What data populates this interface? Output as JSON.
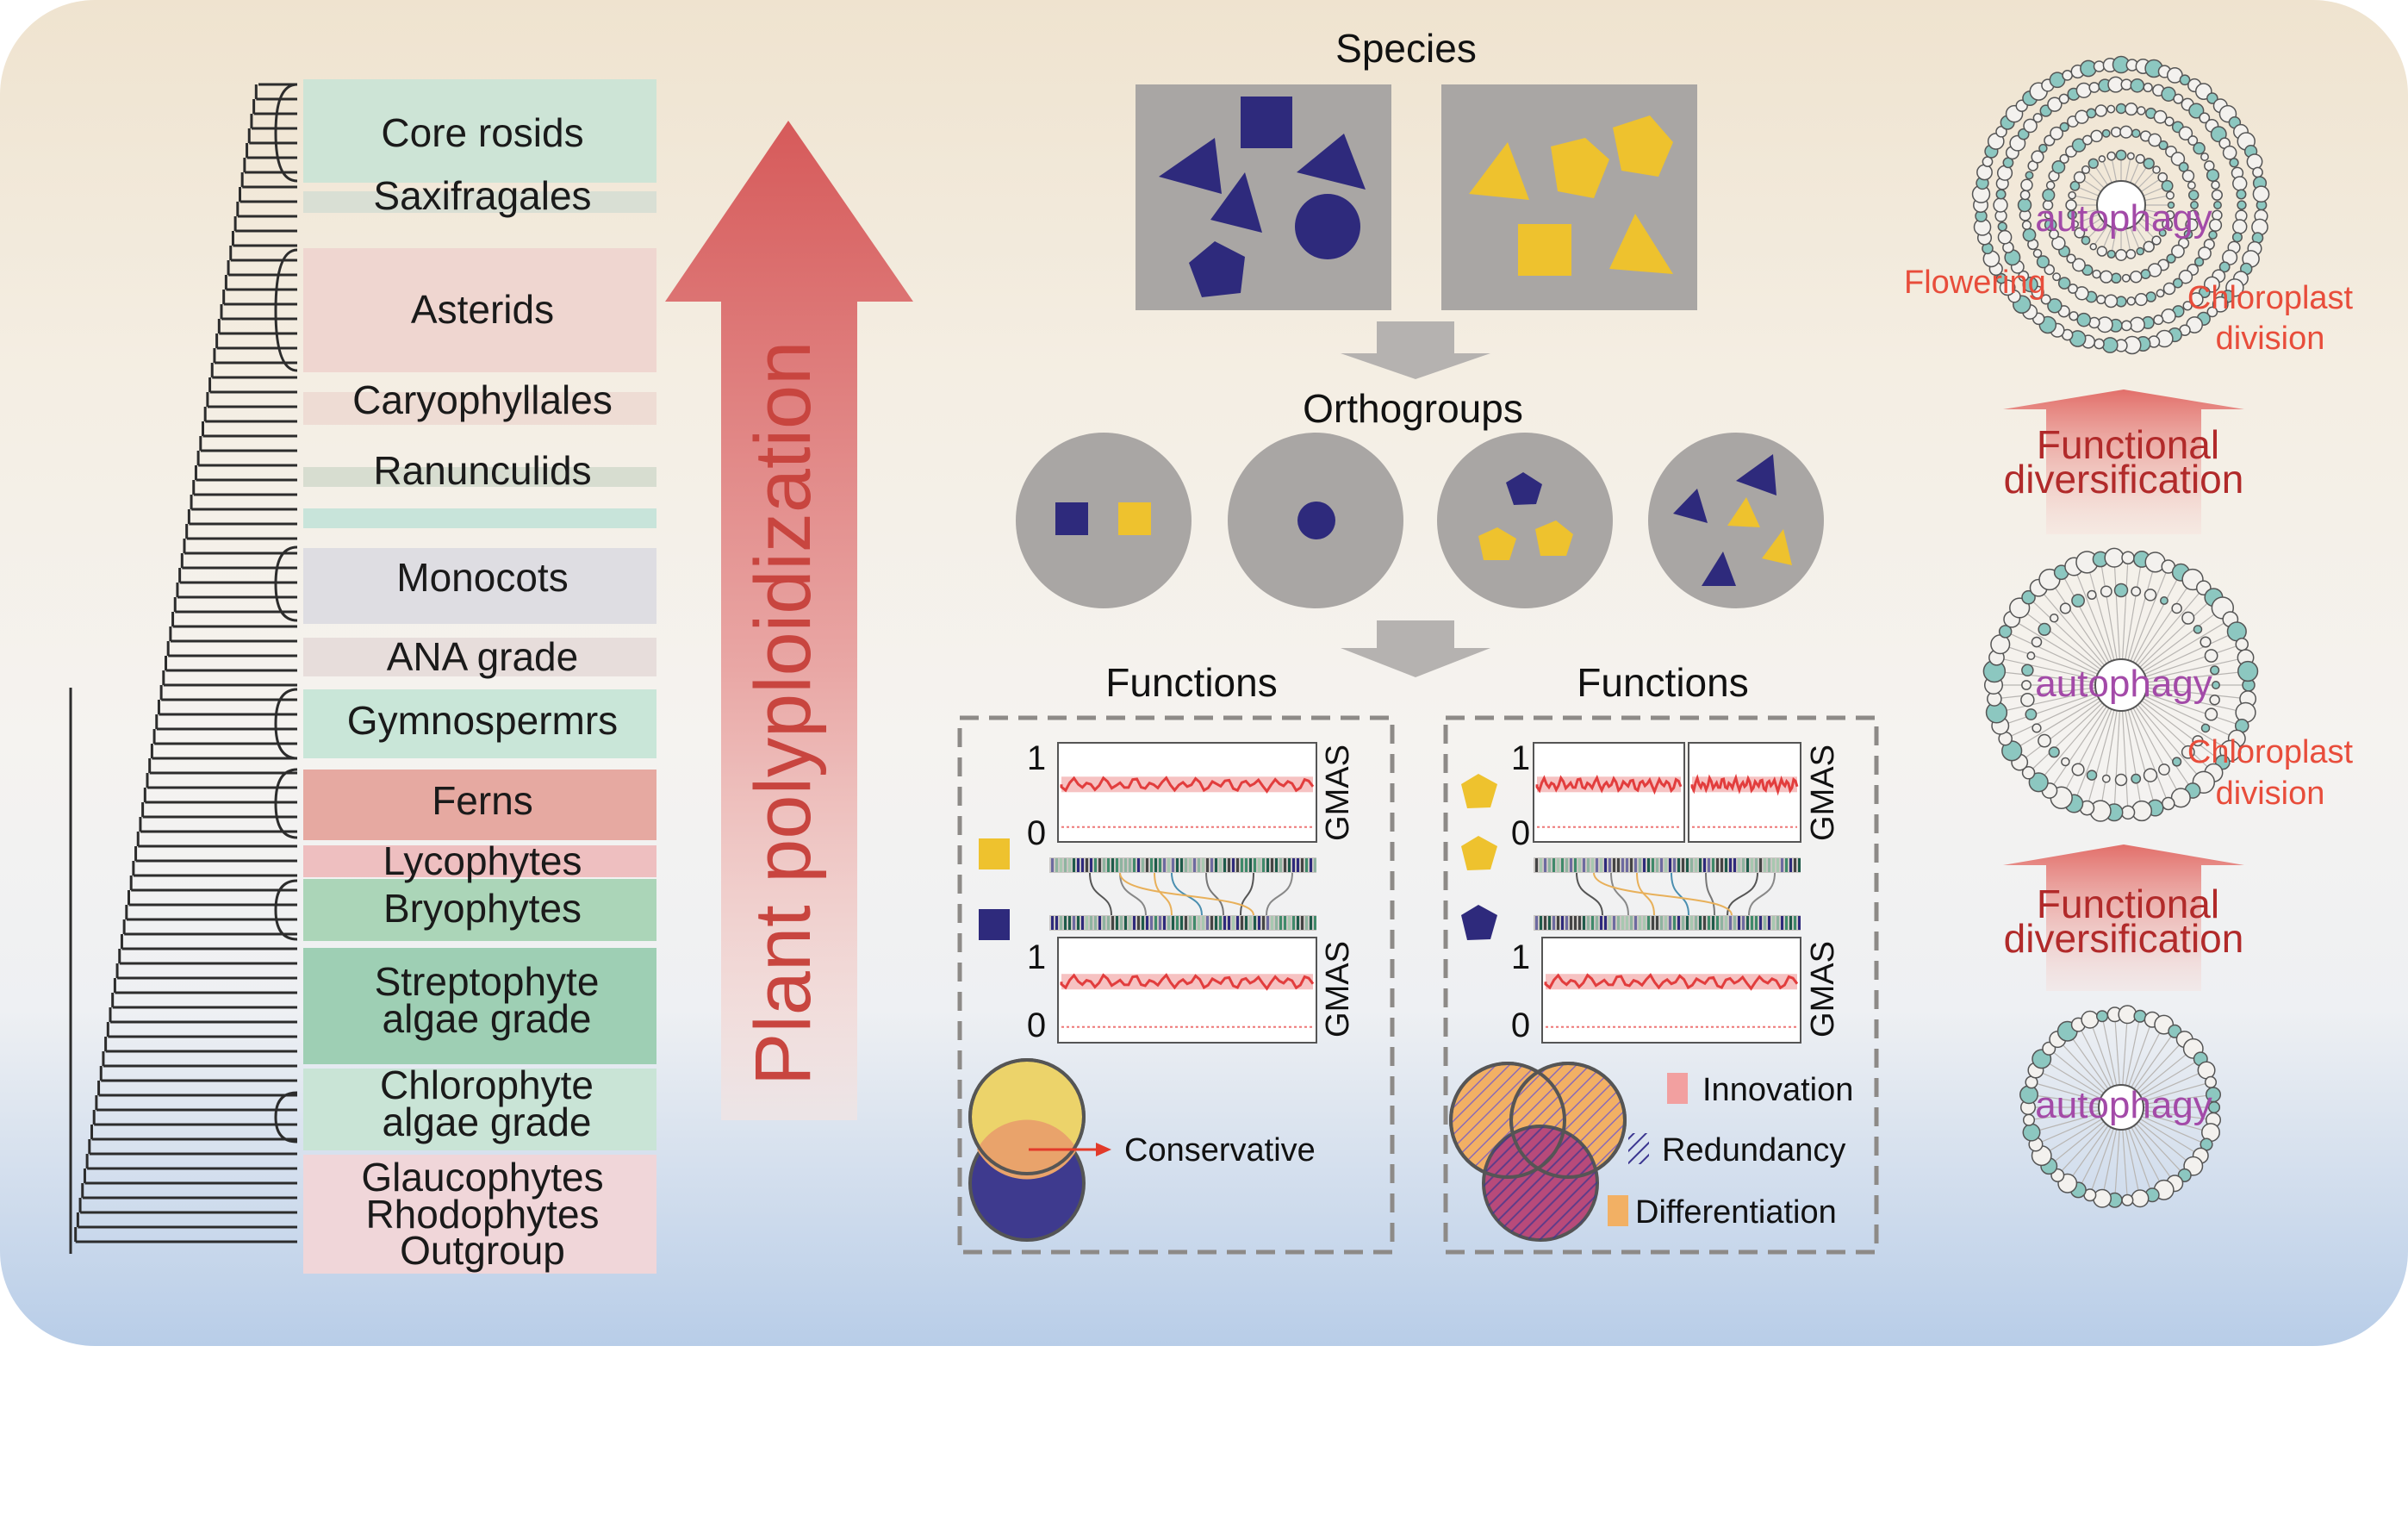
{
  "clades": [
    {
      "label": "Core rosids",
      "color": "#cde4d6"
    },
    {
      "label": "Saxifragales",
      "color": "#d9dfd4"
    },
    {
      "label": "Asterids",
      "color": "#efd6d0"
    },
    {
      "label": "Caryophyllales",
      "color": "#eedcd4"
    },
    {
      "label": "Ranunculids",
      "color": "#d7ddd0"
    },
    {
      "label": "",
      "color": "#c8e4da"
    },
    {
      "label": "Monocots",
      "color": "#dedde2"
    },
    {
      "label": "ANA grade",
      "color": "#e7dddb"
    },
    {
      "label": "Gymnospermrs",
      "color": "#c9e6d8"
    },
    {
      "label": "Ferns",
      "color": "#e6a9a1"
    },
    {
      "label": "Lycophytes",
      "color": "#eebfc0"
    },
    {
      "label": "Bryophytes",
      "color": "#abd5b8"
    },
    {
      "label": "Streptophyte algae grade",
      "color": "#9ecfb4"
    },
    {
      "label": "Chlorophyte algae grade",
      "color": "#c9e4d6"
    },
    {
      "label": "Glaucophytes",
      "color": "#f0d6d9"
    },
    {
      "label": "Rhodophytes",
      "color": "#f0d6d9"
    },
    {
      "label": "Outgroup",
      "color": "#f0d6d9"
    }
  ],
  "big_arrow_label": "Plant polyploidization",
  "workflow": {
    "species_title": "Species",
    "orthogroups_title": "Orthogroups",
    "functions_left_title": "Functions",
    "functions_right_title": "Functions",
    "axis_top": "1",
    "axis_bottom": "0",
    "gmas_label": "GMAS"
  },
  "legend": {
    "conservative": "Conservative",
    "innovation": "Innovation",
    "redundancy": "Redundancy",
    "differentiation": "Differentiation"
  },
  "networks": {
    "center_label": "autophagy",
    "flowering": "Flowering",
    "chloroplast_line1": "Chloroplast",
    "chloroplast_line2": "division",
    "diversification_line1": "Functional",
    "diversification_line2": "diversification"
  },
  "colors": {
    "navy": "#2e2a7c",
    "gold": "#eec22e",
    "grey_box": "#a9a6a4",
    "arrow_red": "#d65a5a",
    "network_purple": "#a34aa8",
    "network_red": "#e84d3b",
    "diversification_red": "#b12a2a"
  }
}
